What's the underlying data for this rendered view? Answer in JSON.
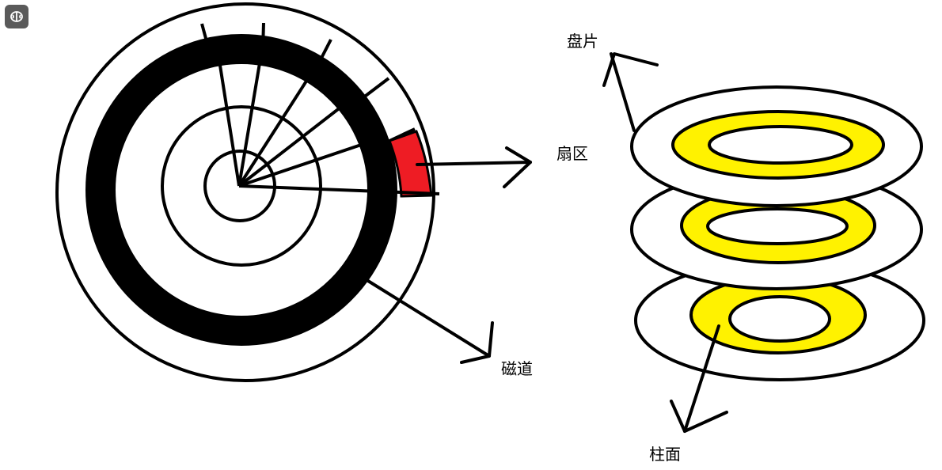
{
  "labels": {
    "platter": "盘片",
    "sector": "扇区",
    "track": "磁道",
    "cylinder": "柱面"
  },
  "icons": {
    "app_badge": "brain-icon"
  },
  "colors": {
    "sector_fill": "#ee1c24",
    "cylinder_fill": "#fff200",
    "track_fill": "#000000",
    "line": "#000000",
    "badge": "#5a5a5a"
  }
}
